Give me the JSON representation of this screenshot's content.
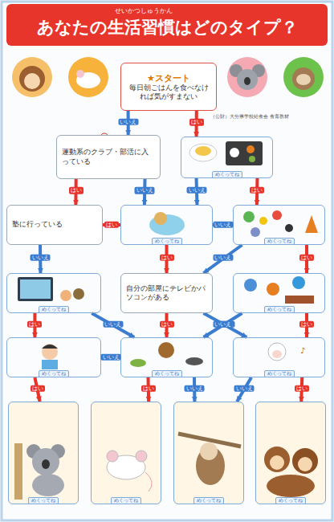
{
  "diagram": {
    "title": "あなたの生活習慣はどのタイプ？",
    "nodes": [
      {
        "text": [
          "★スタート",
          "毎日朝ごはんを食べなければ気がすまない"
        ]
      },
      {
        "text": [
          "運動系のクラブ・部活に入っている"
        ]
      },
      {
        "text": [
          "めくってね"
        ]
      },
      {
        "text": [
          "塾に行っている"
        ]
      },
      {
        "text": [
          "めくってね"
        ]
      },
      {
        "text": [
          "めくってね"
        ]
      },
      {
        "text": [
          "めくってね"
        ]
      },
      {
        "text": [
          "自分の部屋にテレビかパソコンがある"
        ]
      },
      {
        "text": [
          "めくってね"
        ]
      },
      {
        "text": [
          "めくってね"
        ]
      },
      {
        "text": [
          "めくってね"
        ]
      },
      {
        "text": [
          "めくってね"
        ]
      },
      {
        "text": [
          "めくってね"
        ]
      },
      {
        "text": [
          "めくってね"
        ]
      },
      {
        "text": [
          "めくってね"
        ]
      },
      {
        "text": [
          "めくってね"
        ]
      }
    ],
    "edges": [
      {
        "from": 0,
        "to": 1,
        "label": "いいえ",
        "arrow": "to"
      },
      {
        "from": 0,
        "to": 2,
        "label": "はい",
        "arrow": "to"
      },
      {
        "from": 1,
        "to": 3,
        "label": "はい",
        "arrow": "to"
      },
      {
        "from": 1,
        "to": 4,
        "label": "いいえ",
        "arrow": "to"
      },
      {
        "from": 2,
        "to": 4,
        "label": "いいえ",
        "arrow": "to"
      },
      {
        "from": 2,
        "to": 5,
        "label": "はい",
        "arrow": "to"
      },
      {
        "from": 3,
        "to": 4,
        "label": "はい",
        "arrow": "to"
      },
      {
        "from": 3,
        "to": 6,
        "label": "いいえ",
        "arrow": "to"
      },
      {
        "from": 4,
        "to": 5,
        "label": "いいえ",
        "arrow": "to"
      },
      {
        "from": 4,
        "to": 7,
        "label": "はい",
        "arrow": "to"
      },
      {
        "from": 5,
        "to": 7,
        "label": "いいえ",
        "arrow": "to"
      },
      {
        "from": 5,
        "to": 8,
        "label": "はい",
        "arrow": "to"
      },
      {
        "from": 6,
        "to": 9,
        "label": "はい",
        "arrow": "to"
      },
      {
        "from": 6,
        "to": 10,
        "label": "いいえ",
        "arrow": "to"
      },
      {
        "from": 7,
        "to": 10,
        "label": "はい",
        "arrow": "to"
      },
      {
        "from": 7,
        "to": 11,
        "label": "いいえ",
        "arrow": "to"
      },
      {
        "from": 8,
        "to": 10,
        "label": "いいえ",
        "arrow": "to"
      },
      {
        "from": 8,
        "to": 11,
        "label": "はい",
        "arrow": "to"
      },
      {
        "from": 9,
        "to": 12,
        "label": "はい",
        "arrow": "to"
      },
      {
        "from": 9,
        "to": 10,
        "label": "いいえ",
        "arrow": "to"
      },
      {
        "from": 10,
        "to": 13,
        "label": "はい",
        "arrow": "to"
      },
      {
        "from": 10,
        "to": 14,
        "label": "いいえ",
        "arrow": "to"
      },
      {
        "from": 11,
        "to": 14,
        "label": "いいえ",
        "arrow": "to"
      },
      {
        "from": 11,
        "to": 15,
        "label": "はい",
        "arrow": "to"
      }
    ],
    "labels": [
      "せいかつしゅうかん",
      "（公財）大分県学校給食会 食育教材"
    ]
  }
}
